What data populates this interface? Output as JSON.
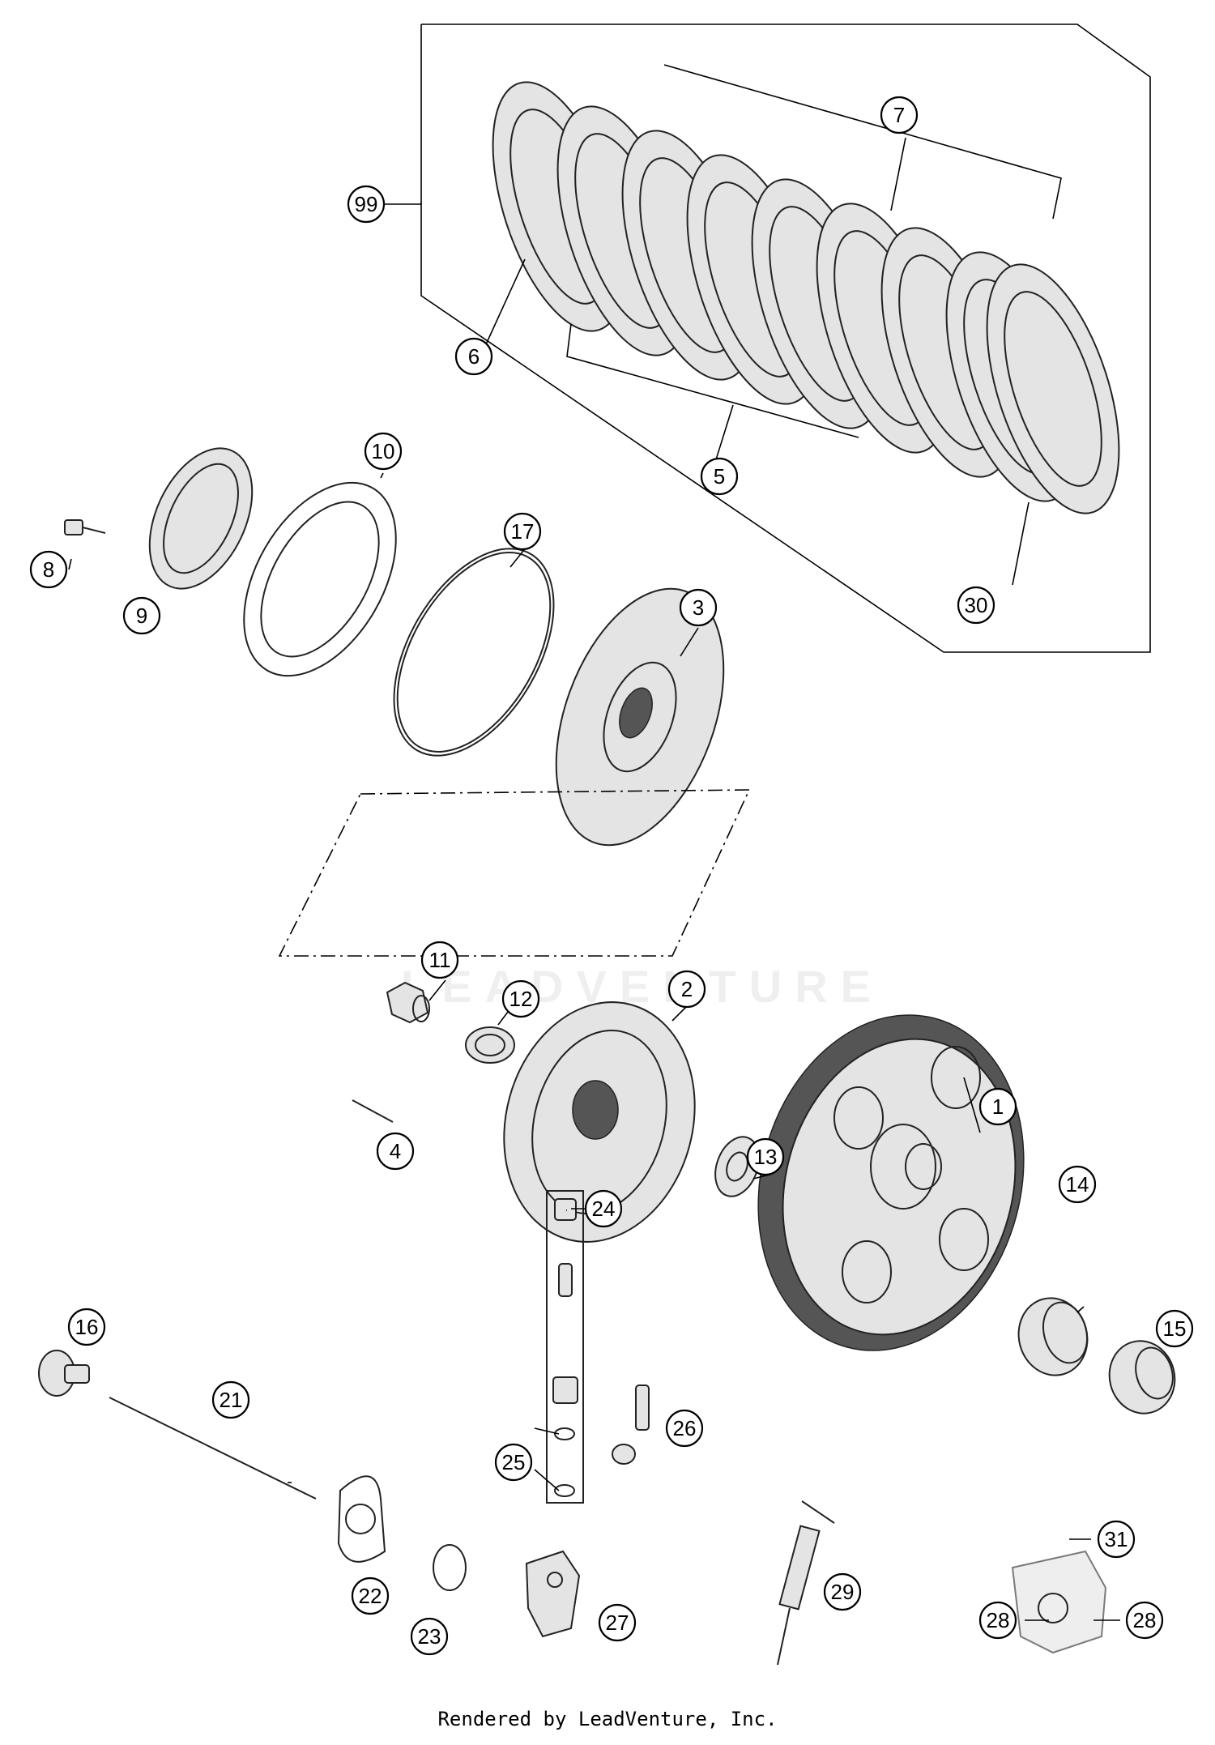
{
  "callouts": {
    "c1": "1",
    "c2": "2",
    "c3": "3",
    "c4": "4",
    "c5": "5",
    "c6": "6",
    "c7": "7",
    "c8": "8",
    "c9": "9",
    "c10": "10",
    "c11": "11",
    "c12": "12",
    "c13": "13",
    "c14": "14",
    "c15": "15",
    "c16": "16",
    "c17": "17",
    "c21": "21",
    "c22": "22",
    "c23": "23",
    "c24": "24",
    "c25": "25",
    "c26": "26",
    "c27": "27",
    "c28a": "28",
    "c28b": "28",
    "c29": "29",
    "c30": "30",
    "c31": "31",
    "c99": "99"
  },
  "watermark": "LEADVENTURE",
  "footer": "Rendered by LeadVenture, Inc."
}
